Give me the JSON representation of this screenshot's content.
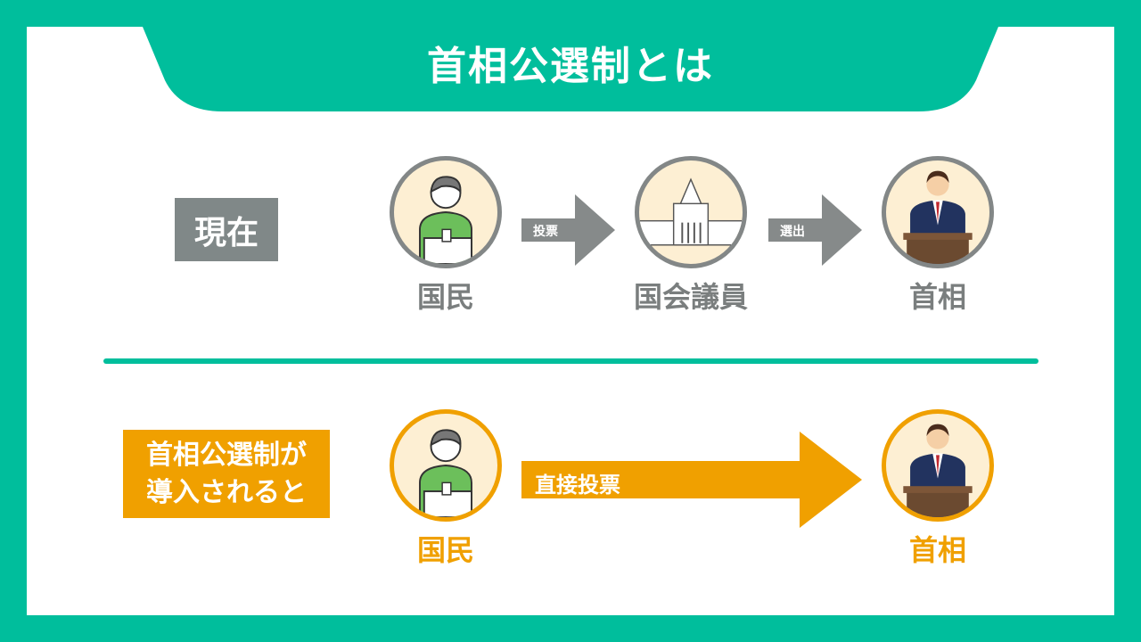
{
  "title": "首相公選制とは",
  "current": {
    "label": "現在",
    "nodes": [
      "国民",
      "国会議員",
      "首相"
    ],
    "arrows": [
      "投票",
      "選出"
    ]
  },
  "proposed": {
    "label_line1": "首相公選制が",
    "label_line2": "導入されると",
    "nodes": [
      "国民",
      "首相"
    ],
    "arrow": "直接投票"
  },
  "colors": {
    "teal": "#00BE9C",
    "gray": "#808888",
    "orange": "#F0A000",
    "circle_fill": "#FDEFD3"
  }
}
